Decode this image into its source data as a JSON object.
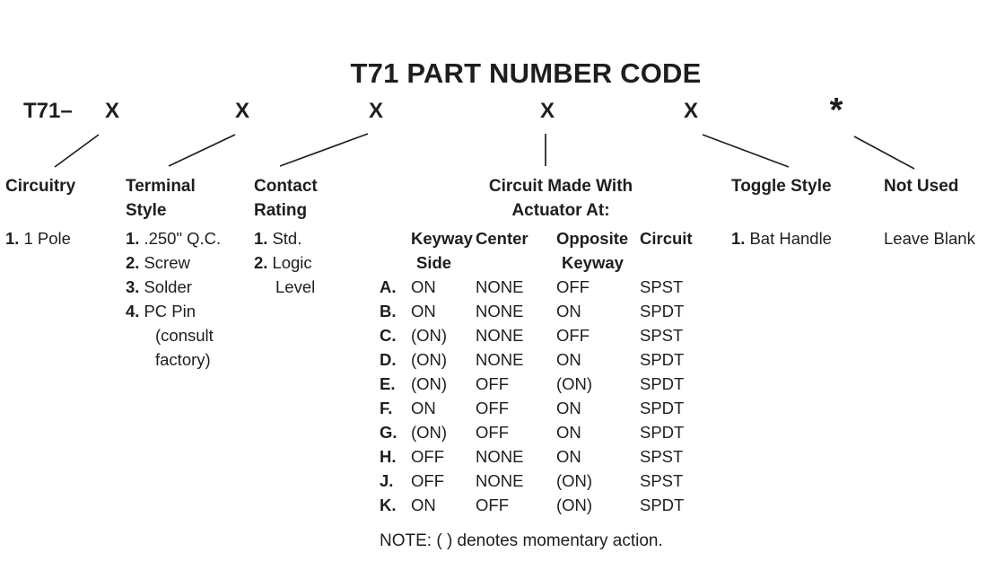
{
  "title": "T71 PART NUMBER CODE",
  "code": {
    "prefix": "T71–",
    "positions": [
      "X",
      "X",
      "X",
      "X",
      "X",
      "*"
    ]
  },
  "sections": {
    "circuitry": {
      "header": "Circuitry",
      "item1_num": "1.",
      "item1_text": "1 Pole"
    },
    "terminal": {
      "header1": "Terminal",
      "header2": "Style",
      "items": [
        {
          "num": "1.",
          "text": ".250\" Q.C."
        },
        {
          "num": "2.",
          "text": "Screw"
        },
        {
          "num": "3.",
          "text": "Solder"
        },
        {
          "num": "4.",
          "text": "PC Pin"
        }
      ],
      "sub1": "(consult",
      "sub2": "factory)"
    },
    "contact": {
      "header1": "Contact",
      "header2": "Rating",
      "items": [
        {
          "num": "1.",
          "text": "Std."
        },
        {
          "num": "2.",
          "text": "Logic"
        }
      ],
      "sub": "Level"
    },
    "actuator": {
      "header1": "Circuit Made With",
      "header2": "Actuator At:",
      "cols": {
        "c1a": "Keyway",
        "c1b": "Side",
        "c2": "Center",
        "c3a": "Opposite",
        "c3b": "Keyway",
        "c4": "Circuit"
      },
      "rows": [
        [
          "A.",
          "ON",
          "NONE",
          "OFF",
          "SPST"
        ],
        [
          "B.",
          "ON",
          "NONE",
          "ON",
          "SPDT"
        ],
        [
          "C.",
          "(ON)",
          "NONE",
          "OFF",
          "SPST"
        ],
        [
          "D.",
          "(ON)",
          "NONE",
          "ON",
          "SPDT"
        ],
        [
          "E.",
          "(ON)",
          "OFF",
          "(ON)",
          "SPDT"
        ],
        [
          "F.",
          "ON",
          "OFF",
          "ON",
          "SPDT"
        ],
        [
          "G.",
          "(ON)",
          "OFF",
          "ON",
          "SPDT"
        ],
        [
          "H.",
          "OFF",
          "NONE",
          "ON",
          "SPST"
        ],
        [
          "J.",
          "OFF",
          "NONE",
          "(ON)",
          "SPST"
        ],
        [
          "K.",
          "ON",
          "OFF",
          "(ON)",
          "SPDT"
        ]
      ]
    },
    "toggle": {
      "header": "Toggle Style",
      "item1_num": "1.",
      "item1_text": "Bat Handle"
    },
    "not_used": {
      "header": "Not Used",
      "value": "Leave Blank"
    }
  },
  "note": "NOTE: ( ) denotes momentary action.",
  "colors": {
    "ink": "#201d1d",
    "background": "#ffffff"
  }
}
